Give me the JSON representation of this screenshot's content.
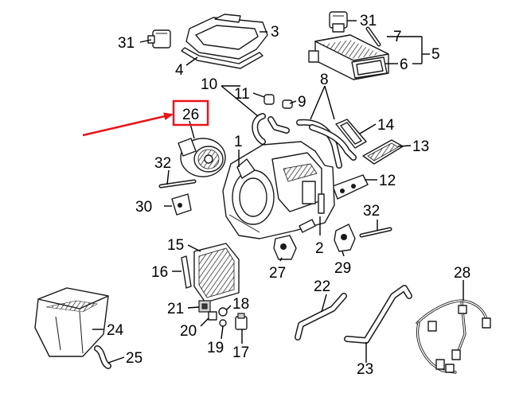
{
  "diagram": {
    "callouts": [
      "1",
      "2",
      "3",
      "4",
      "5",
      "6",
      "7",
      "8",
      "9",
      "10",
      "11",
      "12",
      "13",
      "14",
      "15",
      "16",
      "17",
      "18",
      "19",
      "20",
      "21",
      "22",
      "23",
      "24",
      "25",
      "26",
      "27",
      "28",
      "29",
      "30",
      "31",
      "31",
      "32",
      "32"
    ],
    "highlight": {
      "callout": "26",
      "box_color": "#e8141b",
      "arrow_color": "#e8141b"
    }
  }
}
